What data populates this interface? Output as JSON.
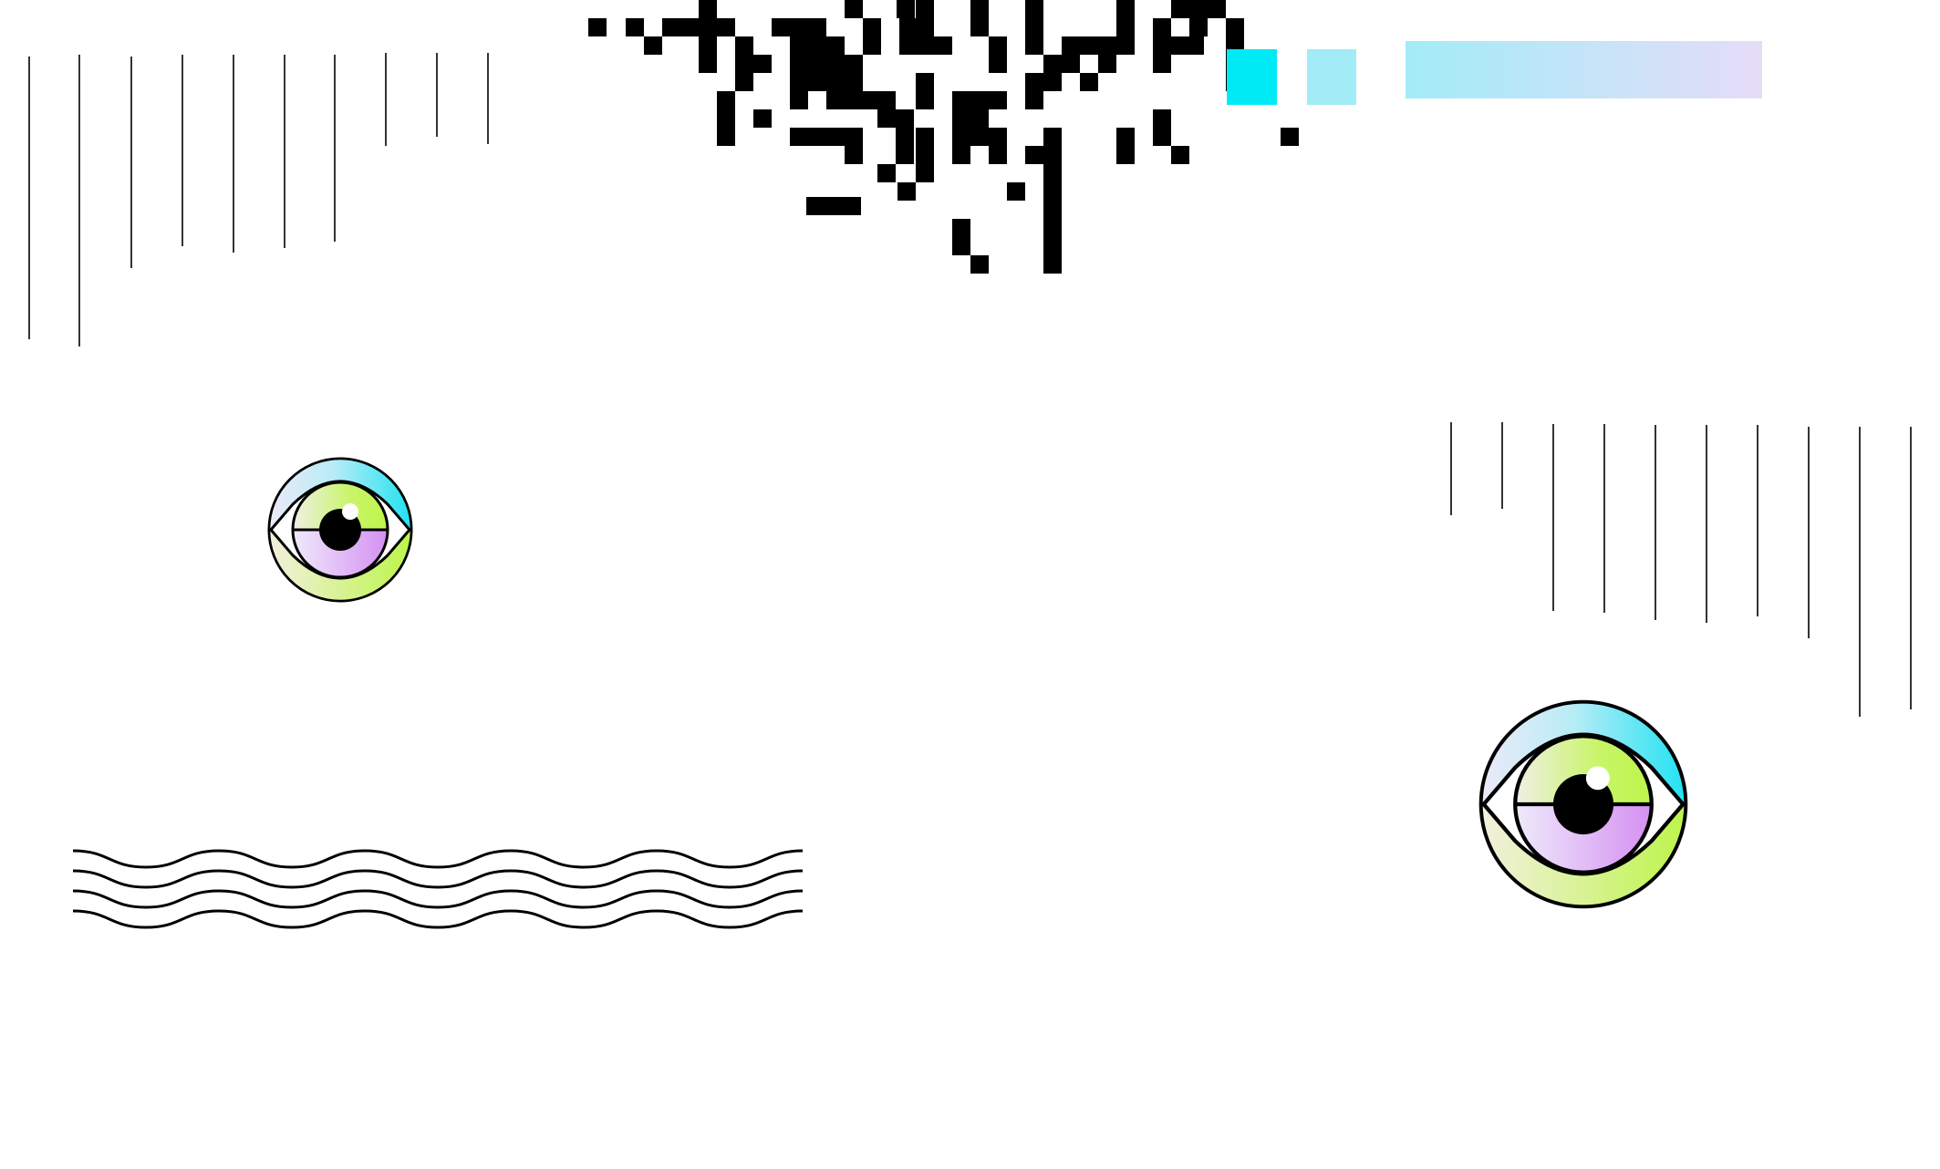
{
  "colors": {
    "ink": "#000000",
    "cyan": "#00eaf5",
    "light_cyan": "#a2ecf7",
    "lavender": "#e6dcf8",
    "lime": "#c3f552",
    "violet": "#d89af3",
    "pale_violet": "#ece6fb",
    "pale_cream": "#f2f0de"
  },
  "decorations": [
    "grid-pattern",
    "pixel-glitch-pattern",
    "eye-icon",
    "wave-lines",
    "color-swatches"
  ]
}
